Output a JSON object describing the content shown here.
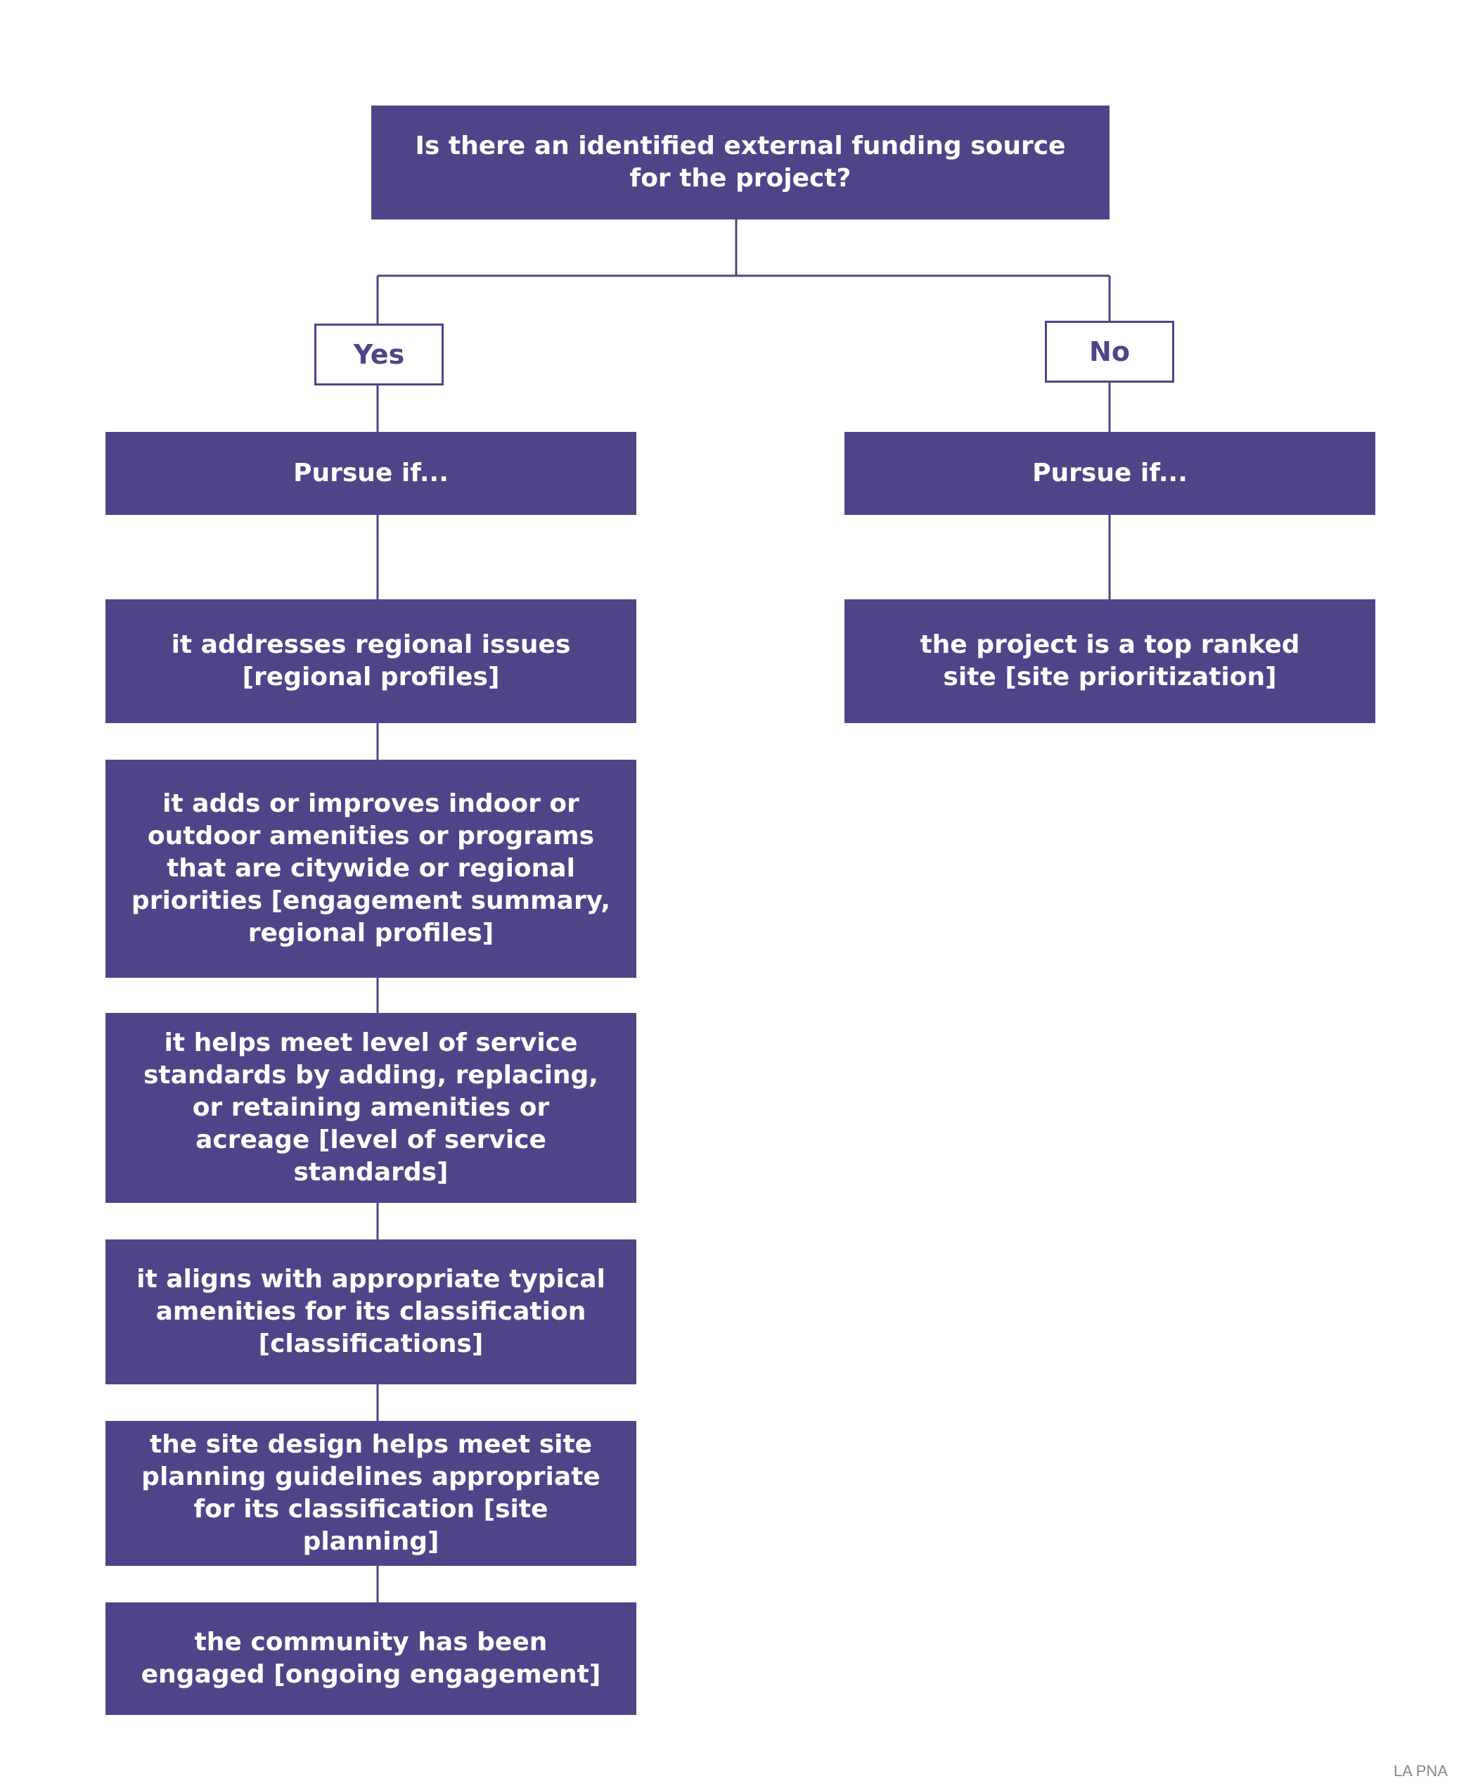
{
  "colors": {
    "box_fill": "#4e4589",
    "line": "#4e4589",
    "box_text": "#ffffff",
    "credit_text": "#8a8a8a"
  },
  "root": {
    "text": "Is there an identified external funding source for the project?"
  },
  "branches": {
    "yes": {
      "label": "Yes",
      "header": "Pursue if...",
      "criteria": [
        "it addresses regional issues [regional profiles]",
        "it adds or improves indoor or outdoor amenities or programs that are citywide or regional priorities [engagement summary, regional profiles]",
        "it helps meet level of service standards by adding, replacing, or retaining amenities or acreage [level of service standards]",
        "it aligns with appropriate typical amenities for its classification [classifications]",
        "the site design helps meet site planning guidelines appropriate for its classification [site planning]",
        "the community has been engaged [ongoing engagement]"
      ]
    },
    "no": {
      "label": "No",
      "header": "Pursue if...",
      "criteria": [
        "the project is a top ranked site [site prioritization]"
      ]
    }
  },
  "credit": "LA PNA"
}
